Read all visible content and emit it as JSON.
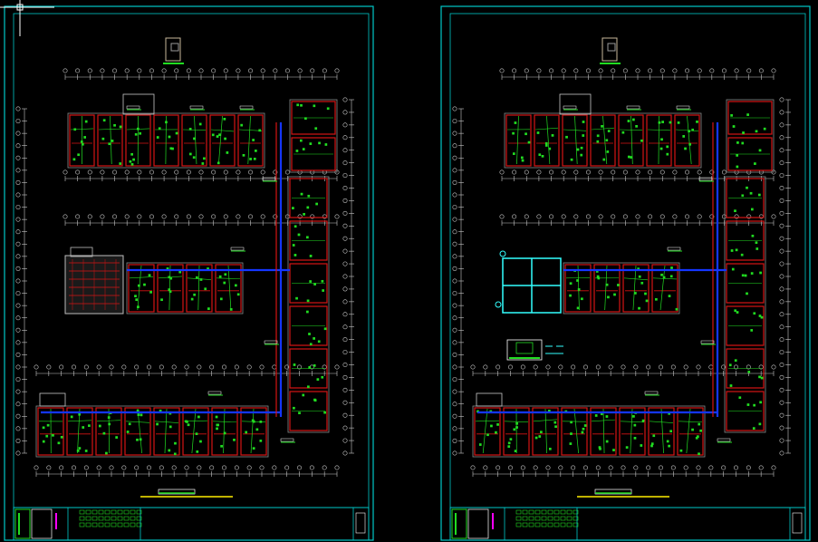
{
  "colors": {
    "background": "#000000",
    "frame": "#00c8c8",
    "room_wall": "#d41414",
    "fixture": "#22dd22",
    "pipe": "#1436ff",
    "dimension": "#c8c8c8",
    "grey_block": "#9a9a9a",
    "title_bar": "#ffee00",
    "magenta": "#ff00ff",
    "crosshair": "#ffffff"
  },
  "sheets": [
    {
      "id": "left",
      "variant": "existing"
    },
    {
      "id": "right",
      "variant": "with-detail"
    }
  ],
  "icons": [
    "cursor-crosshair-icon"
  ]
}
